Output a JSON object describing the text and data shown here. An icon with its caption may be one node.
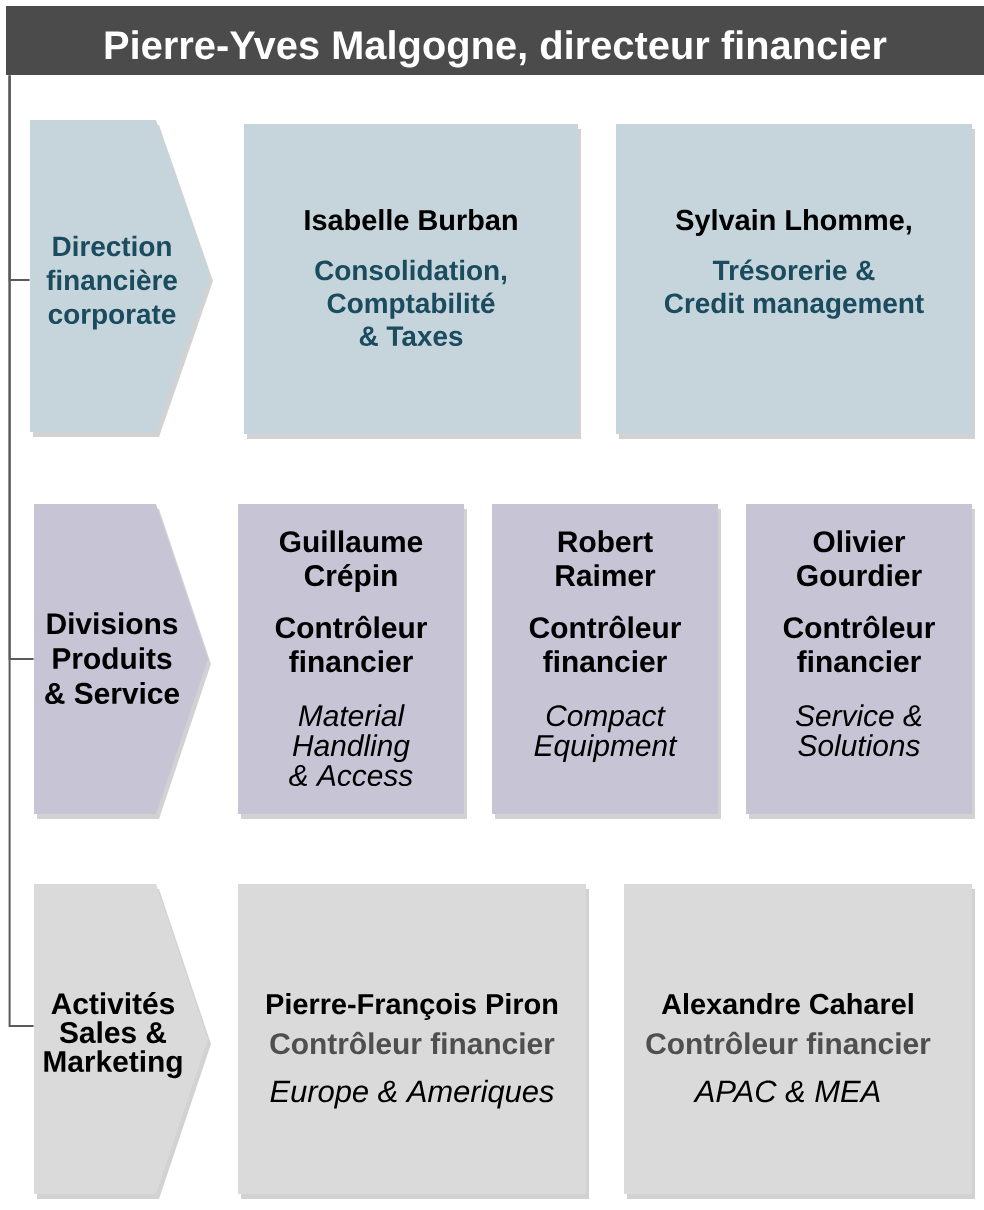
{
  "diagram": {
    "nodes": [
      {
        "text": [
          "Pierre-Yves Malgogne, directeur financier"
        ]
      },
      {
        "text": [
          "Direction financière corporate"
        ]
      },
      {
        "text": [
          "Isabelle Burban",
          "Consolidation, Comptabilité & Taxes"
        ]
      },
      {
        "text": [
          "Sylvain Lhomme,",
          "Trésorerie & Credit management"
        ]
      },
      {
        "text": [
          "Divisions Produits & Service"
        ]
      },
      {
        "text": [
          "Guillaume Crépin",
          "Contrôleur financier",
          "Material Handling & Access"
        ]
      },
      {
        "text": [
          "Robert Raimer",
          "Contrôleur financier",
          "Compact Equipment"
        ]
      },
      {
        "text": [
          "Olivier Gourdier",
          "Contrôleur financier",
          "Service & Solutions"
        ]
      },
      {
        "text": [
          "Activités Sales & Marketing"
        ]
      },
      {
        "text": [
          "Pierre-François Piron",
          "Contrôleur financier",
          "Europe & Ameriques"
        ]
      },
      {
        "text": [
          "Alexandre Caharel",
          "Contrôleur financier",
          "APAC & MEA"
        ]
      }
    ],
    "edges": [
      {
        "from": 0,
        "to": 1,
        "arrow": "none"
      },
      {
        "from": 0,
        "to": 4,
        "arrow": "none"
      },
      {
        "from": 0,
        "to": 8,
        "arrow": "none"
      }
    ]
  }
}
